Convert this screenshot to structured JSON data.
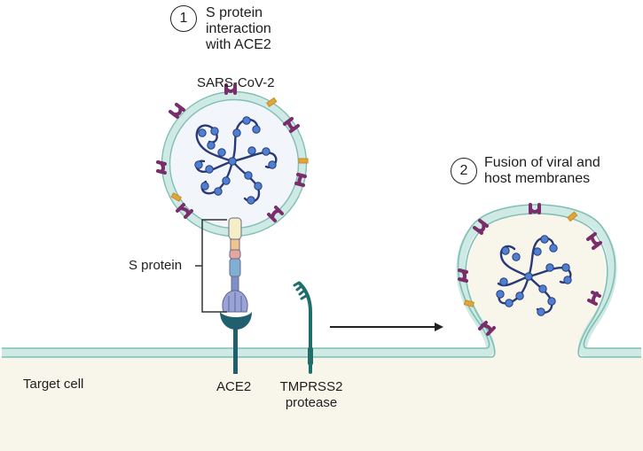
{
  "steps": [
    {
      "number": "1",
      "line1": "S protein",
      "line2": "interaction",
      "line3": "with ACE2"
    },
    {
      "number": "2",
      "line1": "Fusion of viral and",
      "line2": "host membranes"
    }
  ],
  "labels": {
    "virus": "SARS-CoV-2",
    "s_protein": "S protein",
    "target_cell": "Target cell",
    "ace2": "ACE2",
    "tmprss2_line1": "TMPRSS2",
    "tmprss2_line2": "protease"
  },
  "colors": {
    "membrane_fill": "#cfe9e4",
    "membrane_stroke": "#7fbfb5",
    "cell_fill": "#f8f5ea",
    "virus_inner": "#f2f5fa",
    "spike": "#7a2d6b",
    "orange_marker": "#e2a53a",
    "rna_strand": "#2a3a78",
    "rna_beads": "#4e7fd0",
    "ace2": "#1f5f6e",
    "tmprss2": "#1f6e6a",
    "arrow": "#222222"
  },
  "icons": [
    "spike-protein-icon",
    "rna-genome-icon",
    "ace2-receptor-icon",
    "tmprss2-protease-icon",
    "arrow-right-icon"
  ]
}
